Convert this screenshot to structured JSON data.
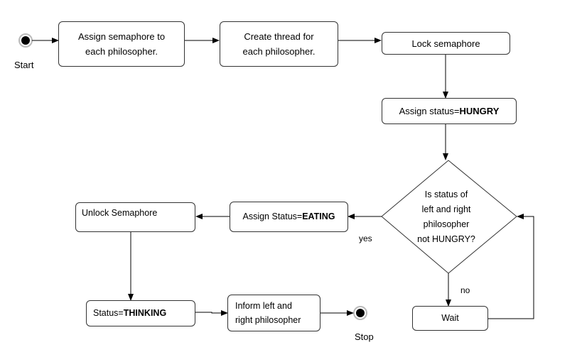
{
  "nodes": {
    "start_label": "Start",
    "assign_semaphore": "Assign semaphore to\neach philosopher.",
    "create_thread": "Create thread for\neach philosopher.",
    "lock_semaphore": "Lock semaphore",
    "assign_hungry_prefix": "Assign status=",
    "assign_hungry_bold": "HUNGRY",
    "decision": "Is status of\nleft and right\nphilosopher\nnot HUNGRY?",
    "assign_eating_prefix": "Assign Status=",
    "assign_eating_bold": "EATING",
    "unlock_semaphore": "Unlock Semaphore",
    "thinking_prefix": "Status=",
    "thinking_bold": "THINKING",
    "inform": "Inform left and\nright philosopher",
    "wait": "Wait",
    "stop_label": "Stop"
  },
  "edges": {
    "yes_label": "yes",
    "no_label": "no"
  },
  "colors": {
    "line": "#000000",
    "box_border": "#333333",
    "background": "#ffffff"
  }
}
